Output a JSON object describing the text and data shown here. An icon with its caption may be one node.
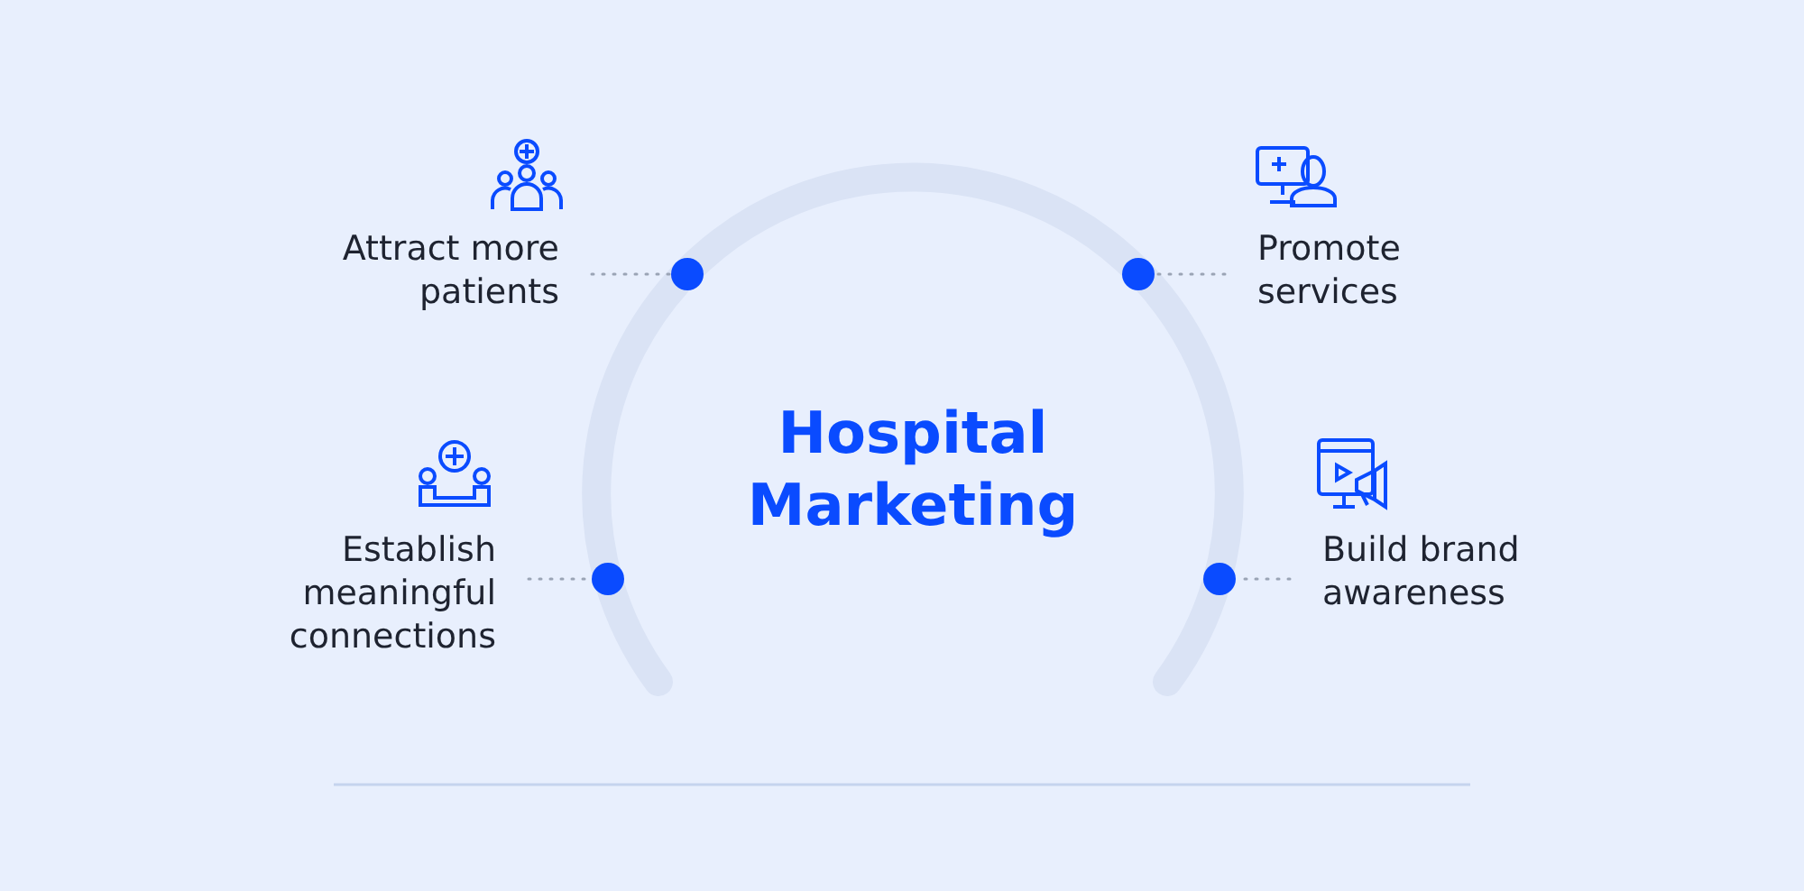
{
  "diagram": {
    "title": "Hospital Marketing",
    "nodes": [
      {
        "text": [
          "Attract more patients"
        ]
      },
      {
        "text": [
          "Promote services"
        ]
      },
      {
        "text": [
          "Establish meaningful connections"
        ]
      },
      {
        "text": [
          "Build brand awareness"
        ]
      },
      {
        "text": [],
        "shape": "circle"
      },
      {
        "text": [],
        "shape": "circle"
      },
      {
        "text": [],
        "shape": "circle"
      },
      {
        "text": [],
        "shape": "circle"
      }
    ],
    "edges": [
      {
        "from": 0,
        "to": 4,
        "arrow": "none",
        "style": "dashed"
      },
      {
        "from": 1,
        "to": 5,
        "arrow": "none",
        "style": "dashed"
      },
      {
        "from": 2,
        "to": 6,
        "arrow": "none",
        "style": "dashed"
      },
      {
        "from": 3,
        "to": 7,
        "arrow": "none",
        "style": "dashed"
      }
    ]
  }
}
